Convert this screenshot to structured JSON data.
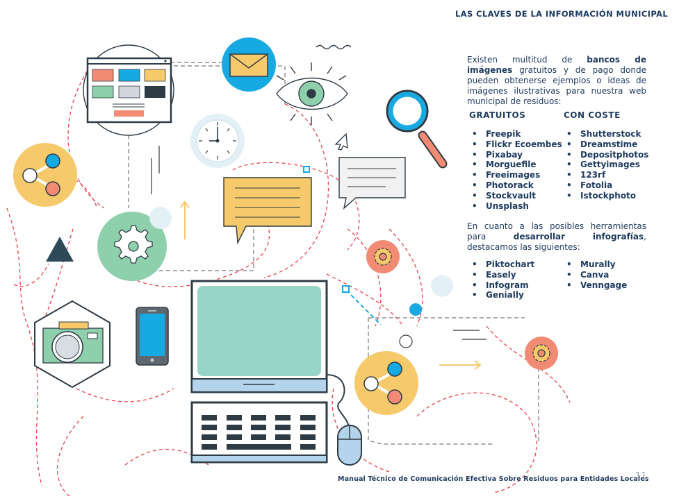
{
  "header": {
    "title": "LAS CLAVES DE LA INFORMACIÓN MUNICIPAL"
  },
  "intro": {
    "before": "Existen multitud de ",
    "bold": "bancos de imágenes",
    "after": " gratuitos y de pago donde pueden obtenerse ejemplos o ideas de imágenes ilustrativas para nuestra web municipal de residuos:"
  },
  "image_banks": {
    "free": {
      "heading": "GRATUITOS",
      "items": [
        "Freepik",
        "Flickr Ecoembes",
        "Pixabay",
        "Morguefile",
        "Freeimages",
        "Photorack",
        "Stockvault",
        "Unsplash"
      ]
    },
    "paid": {
      "heading": "CON COSTE",
      "items": [
        "Shutterstock",
        "Dreamstime",
        "Depositphotos",
        "Gettyimages",
        "123rf",
        "Fotolia",
        "Istockphoto"
      ]
    }
  },
  "tools": {
    "intro_before": "En cuanto a las posibles herramientas para ",
    "intro_bold": "desarrollar infografías",
    "intro_after": ", destacamos las siguientes:",
    "left": [
      "Piktochart",
      "Easely",
      "Infogram",
      "Genially"
    ],
    "right": [
      "Murally",
      "Canva",
      "Venngage"
    ]
  },
  "footer": {
    "text": "Manual Técnico de Comunicación Efectiva Sobre Residuos para Entidades Locales",
    "page": "11"
  },
  "colors": {
    "navy": "#1d3a5f",
    "blue": "#17a9e1",
    "yellow": "#f6c96b",
    "green": "#8ecfac",
    "salmon": "#f28b74",
    "teal": "#97d5c6",
    "dark": "#2e3a44",
    "dash_red": "#e9414b"
  },
  "icons": [
    "browser-window-icon",
    "mail-icon",
    "eye-icon",
    "magnifier-icon",
    "share-icon",
    "clock-icon",
    "gear-icon",
    "cursor-icon",
    "speech-bubble-icon",
    "chat-bubble-icon",
    "triangle-icon",
    "camera-icon",
    "smartphone-icon",
    "computer-monitor-icon",
    "keyboard-icon",
    "mouse-icon",
    "arrow-up-icon",
    "arrow-right-icon"
  ]
}
